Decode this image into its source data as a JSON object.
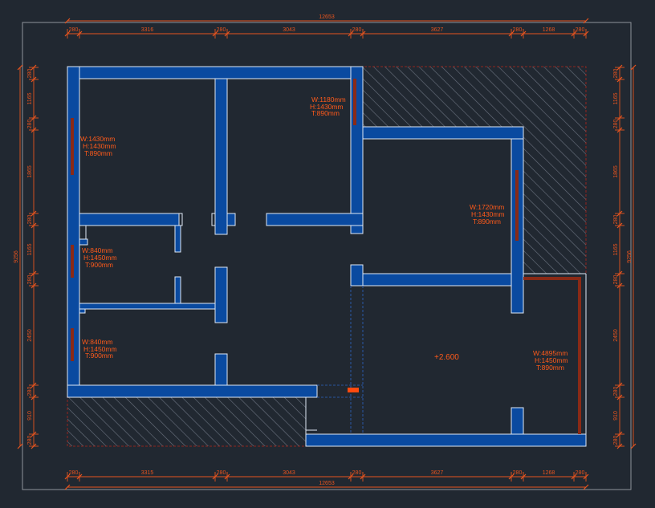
{
  "colors": {
    "background": "#212831",
    "wall_fill": "#0a4aa0",
    "wall_outline": "#dfe8f5",
    "dimension": "#e8541e",
    "label": "#ff5a1a",
    "frame": "#8e949b",
    "hatch": "#6b7380",
    "window": "#8a2a16"
  },
  "dimensions": {
    "top_total": "12653",
    "top_segments": [
      "280",
      "3316",
      "280",
      "3043",
      "280",
      "3627",
      "280",
      "1268",
      "280"
    ],
    "bottom_total": "12653",
    "bottom_segments": [
      "280",
      "3315",
      "280",
      "3043",
      "280",
      "3627",
      "280",
      "1268",
      "280"
    ],
    "left_total": "9256",
    "left_segments": [
      "280",
      "1165",
      "280",
      "1865",
      "280",
      "1165",
      "280",
      "2450",
      "280",
      "910",
      "280"
    ],
    "right_total": "9256",
    "right_segments": [
      "280",
      "1165",
      "280",
      "1865",
      "280",
      "1165",
      "280",
      "2450",
      "280",
      "910",
      "280"
    ]
  },
  "windows": [
    {
      "w": "W:1180mm",
      "h": "H:1430mm",
      "t": "T:890mm"
    },
    {
      "w": "W:1430mm",
      "h": "H:1430mm",
      "t": "T:890mm"
    },
    {
      "w": "W:1720mm",
      "h": "H:1430mm",
      "t": "T:890mm"
    },
    {
      "w": "W:840mm",
      "h": "H:1450mm",
      "t": "T:900mm"
    },
    {
      "w": "W:840mm",
      "h": "H:1450mm",
      "t": "T:900mm"
    },
    {
      "w": "W:4895mm",
      "h": "H:1450mm",
      "t": "T:890mm"
    }
  ],
  "elevation": "+2.600"
}
